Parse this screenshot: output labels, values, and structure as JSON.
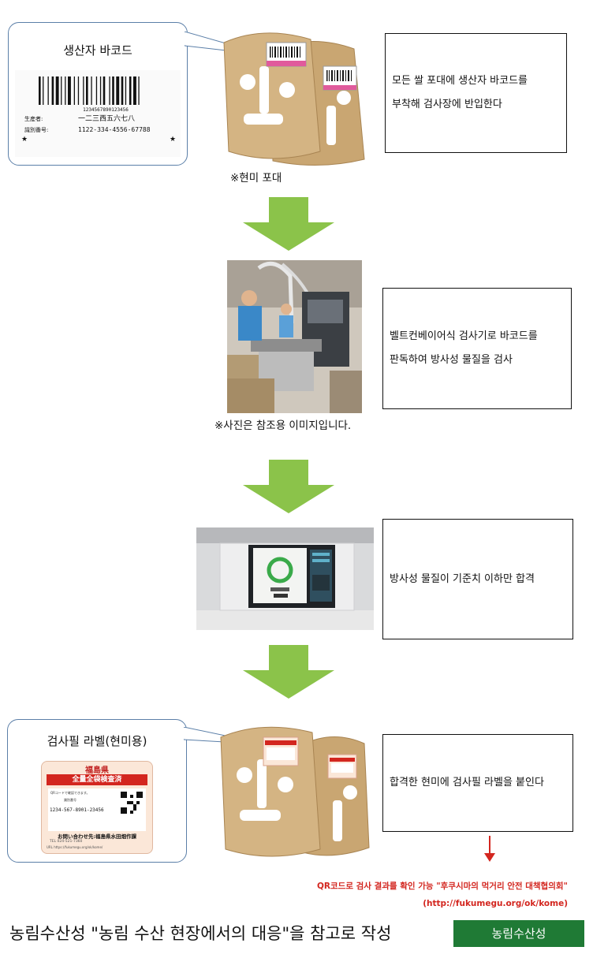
{
  "callout1": {
    "title": "생산자 바코드",
    "barcode_digits": "1234567890123456",
    "row1_label": "生産者:",
    "row1_value": "一二三西五六七八",
    "row2_label": "識別番号:",
    "row2_value": "1122-334-4556-67788"
  },
  "bag_note": "※현미 포대",
  "step1": {
    "line1": "모든 쌀 포대에 생산자 바코드를",
    "line2": "부착해 검사장에 반입한다"
  },
  "photo_note": "※사진은 참조용 이미지입니다.",
  "step2": {
    "line1": "벨트컨베이어식 검사기로 바코드를",
    "line2": "판독하여 방사성 물질을 검사"
  },
  "step3": {
    "line1": "방사성 물질이 기준치 이하만 합격"
  },
  "callout2": {
    "title": "검사필 라벨(현미용)",
    "label_pref": "福島県",
    "label_banner": "全量全袋検査済",
    "label_qr_text1": "QRコードで確認できます。",
    "label_qr_text2": "識別番号",
    "label_number": "1234-567-8901-23456",
    "label_contact": "お問い合わせ先:福島県水田畑作課",
    "label_tel": "TEL 024-521-7360",
    "label_url": "URL https://fukumegu.org/ok/kome/"
  },
  "step4": {
    "line1": "합격한 현미에 검사필 라벨을 붙인다"
  },
  "qr_note": {
    "line1": "QR코드로 검사 결과를 확인 가능 \"후쿠시마의 먹거리 안전 대책협의회\"",
    "line2": "(http://fukumegu.org/ok/kome)"
  },
  "footer": {
    "text": "농림수산성 \"농림 수산 현장에서의 대응\"을 참고로 작성",
    "badge": "농림수산성"
  },
  "colors": {
    "arrow_green": "#8bc34a",
    "badge_green": "#1f7a35",
    "callout_border": "#5b7fa8",
    "note_red": "#d3261f"
  }
}
